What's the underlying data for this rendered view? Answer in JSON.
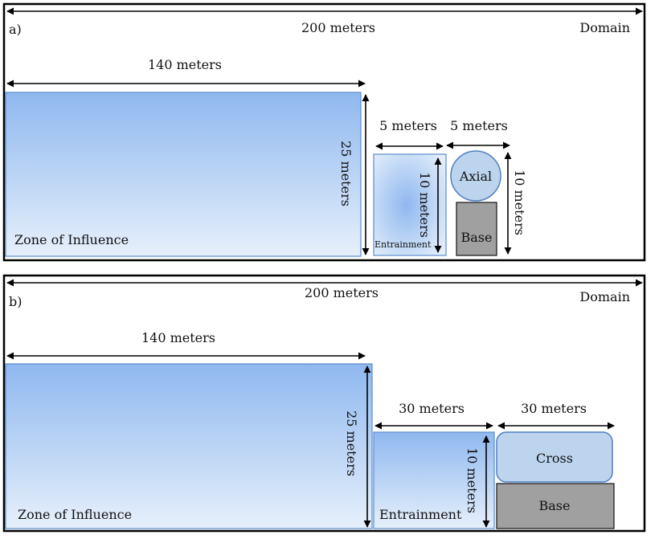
{
  "panel_a": {
    "label": "a)",
    "domain_label": "Domain",
    "domain_width_label": "200 meters",
    "zone_width_label": "140 meters",
    "zone_height_label": "25 meters",
    "zone_label": "Zone of Influence",
    "entrainment_width_label": "5 meters",
    "entrainment_height_label": "10 meters",
    "entrainment_label": "Entrainment",
    "turbine_width_label": "5 meters",
    "turbine_height_label": "10 meters",
    "axial_label": "Axial",
    "base_label": "Base"
  },
  "panel_b": {
    "label": "b)",
    "domain_label": "Domain",
    "domain_width_label": "200 meters",
    "zone_width_label": "140 meters",
    "zone_height_label": "25 meters",
    "zone_label": "Zone of Influence",
    "entrainment_width_label": "30 meters",
    "entrainment_height_label": "10 meters",
    "entrainment_label": "Entrainment",
    "turbine_width_label": "30 meters",
    "cross_label": "Cross",
    "base_label": "Base"
  }
}
